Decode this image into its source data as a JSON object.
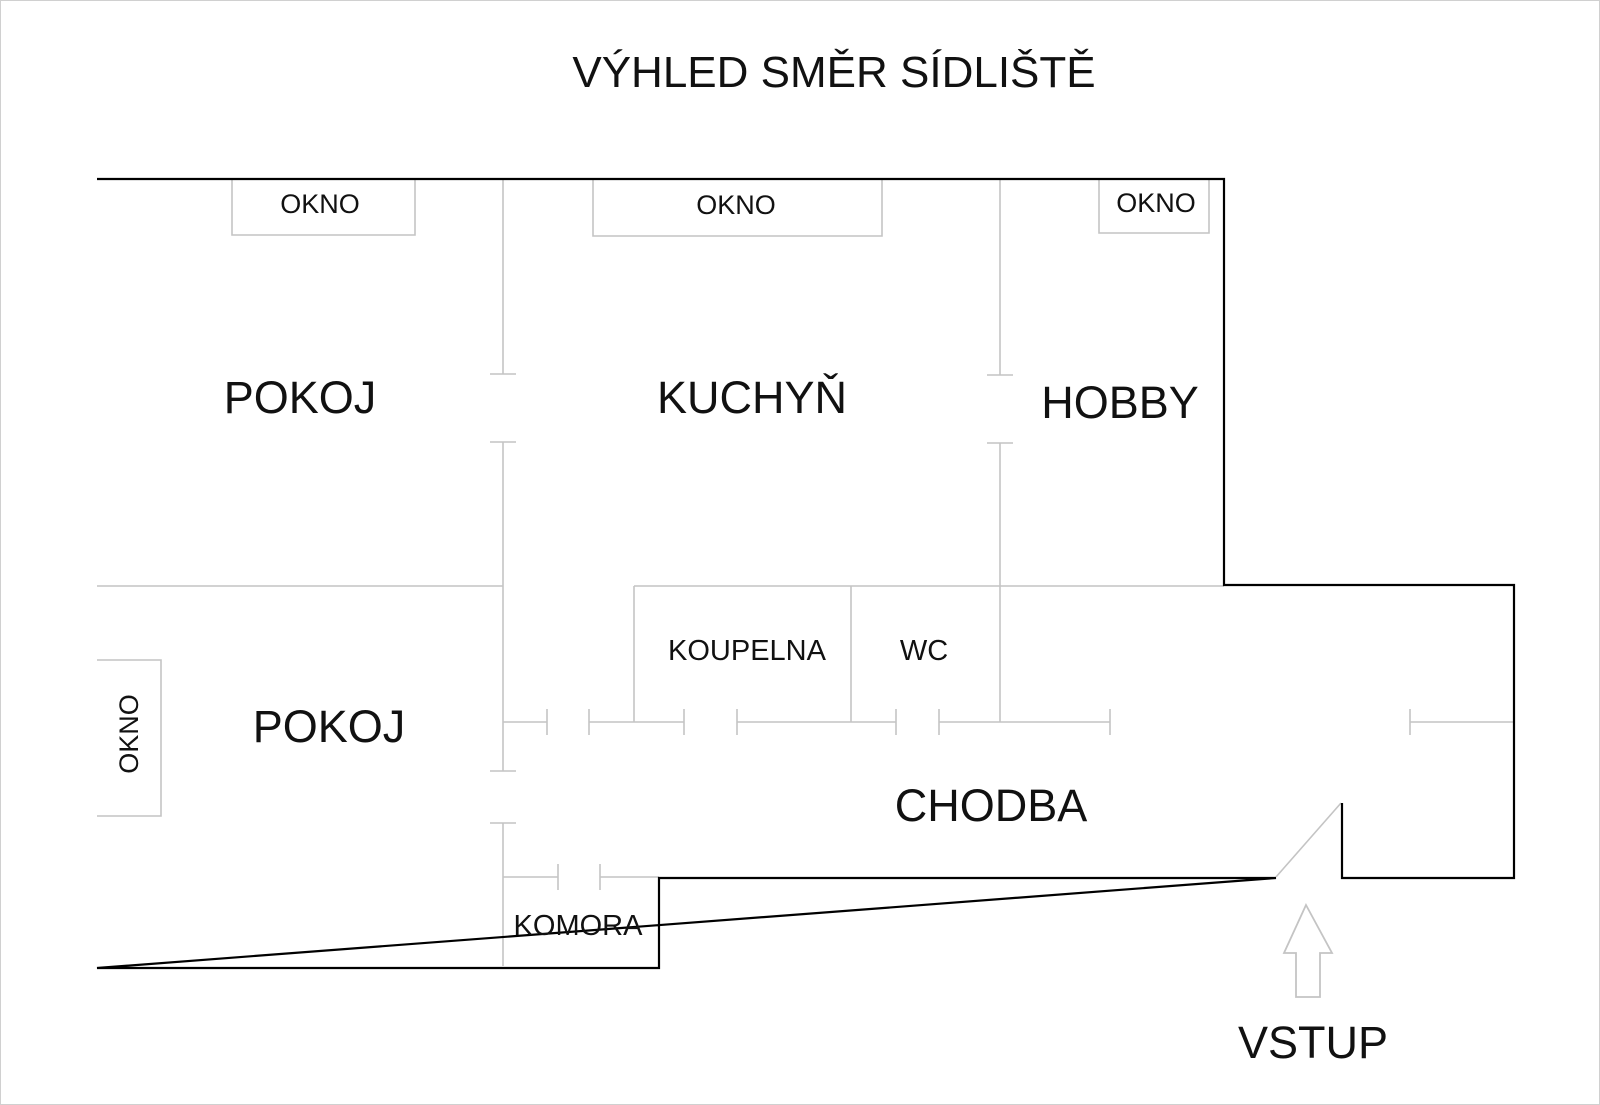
{
  "title": "VÝHLED SMĚR SÍDLIŠTĚ",
  "rooms": {
    "pokoj_top": "POKOJ",
    "kuchyn": "KUCHYŇ",
    "hobby": "HOBBY",
    "pokoj_bottom": "POKOJ",
    "koupelna": "KOUPELNA",
    "wc": "WC",
    "chodba": "CHODBA",
    "komora": "KOMORA"
  },
  "windows": {
    "pokoj_top": "OKNO",
    "kuchyn": "OKNO",
    "hobby": "OKNO",
    "pokoj_bottom": "OKNO"
  },
  "entrance": "VSTUP",
  "colors": {
    "outer_wall": "#000000",
    "inner_wall": "#c4c4c4",
    "text": "#111111",
    "background": "#ffffff"
  }
}
